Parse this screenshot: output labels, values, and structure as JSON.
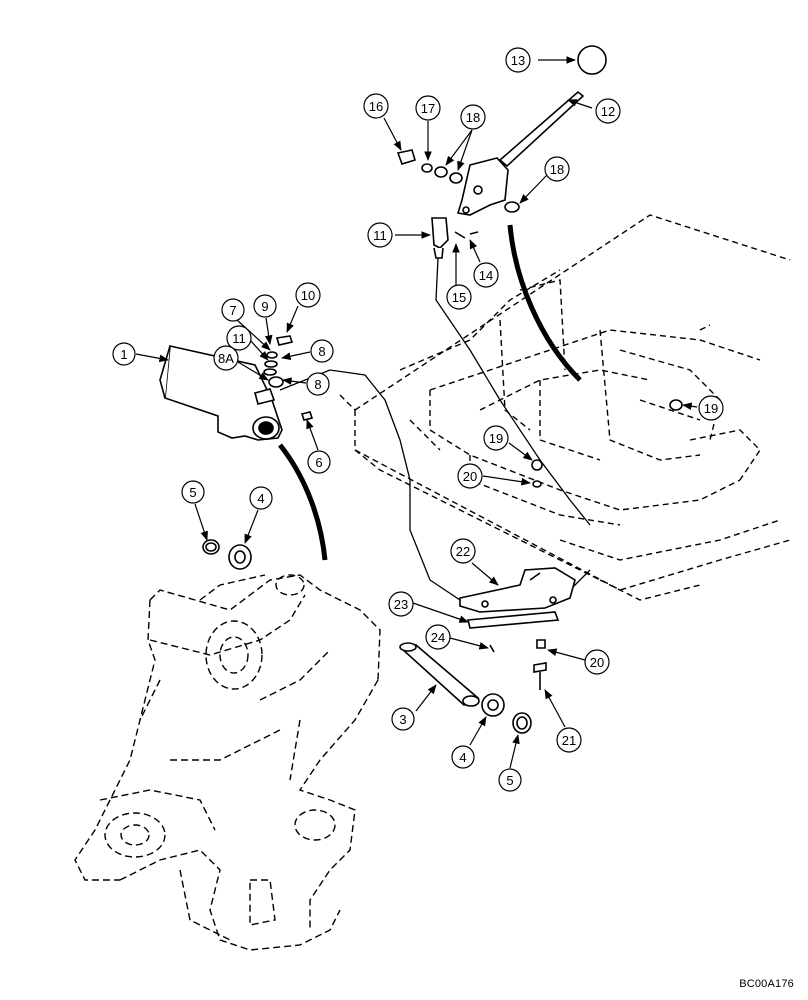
{
  "drawing_code": "BC00A176",
  "callouts": [
    {
      "id": "c13",
      "label": "13"
    },
    {
      "id": "c12",
      "label": "12"
    },
    {
      "id": "c16",
      "label": "16"
    },
    {
      "id": "c17",
      "label": "17"
    },
    {
      "id": "c18a",
      "label": "18"
    },
    {
      "id": "c18b",
      "label": "18"
    },
    {
      "id": "c11a",
      "label": "11"
    },
    {
      "id": "c15",
      "label": "15"
    },
    {
      "id": "c14",
      "label": "14"
    },
    {
      "id": "c7",
      "label": "7"
    },
    {
      "id": "c9",
      "label": "9"
    },
    {
      "id": "c10",
      "label": "10"
    },
    {
      "id": "c1",
      "label": "1"
    },
    {
      "id": "c11b",
      "label": "11"
    },
    {
      "id": "c8a",
      "label": "8"
    },
    {
      "id": "c8A",
      "label": "8A"
    },
    {
      "id": "c8b",
      "label": "8"
    },
    {
      "id": "c6",
      "label": "6"
    },
    {
      "id": "c19a",
      "label": "19"
    },
    {
      "id": "c19b",
      "label": "19"
    },
    {
      "id": "c20a",
      "label": "20"
    },
    {
      "id": "c5a",
      "label": "5"
    },
    {
      "id": "c4a",
      "label": "4"
    },
    {
      "id": "c22",
      "label": "22"
    },
    {
      "id": "c23",
      "label": "23"
    },
    {
      "id": "c24",
      "label": "24"
    },
    {
      "id": "c20b",
      "label": "20"
    },
    {
      "id": "c3",
      "label": "3"
    },
    {
      "id": "c21",
      "label": "21"
    },
    {
      "id": "c4b",
      "label": "4"
    },
    {
      "id": "c5b",
      "label": "5"
    }
  ]
}
